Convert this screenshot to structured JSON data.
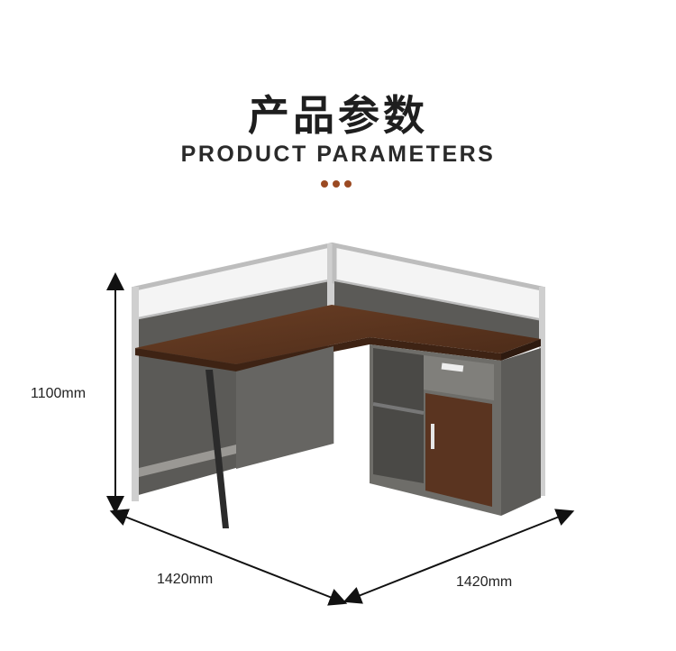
{
  "header": {
    "title_cn": "产品参数",
    "title_en": "PRODUCT PARAMETERS"
  },
  "dimensions": {
    "height": "1100mm",
    "width_left": "1420mm",
    "width_right": "1420mm"
  },
  "colors": {
    "accent_dots": "#9b4a22",
    "wood": "#5a3420",
    "panel": "#5b5a57",
    "frame": "#c9c9c9"
  }
}
